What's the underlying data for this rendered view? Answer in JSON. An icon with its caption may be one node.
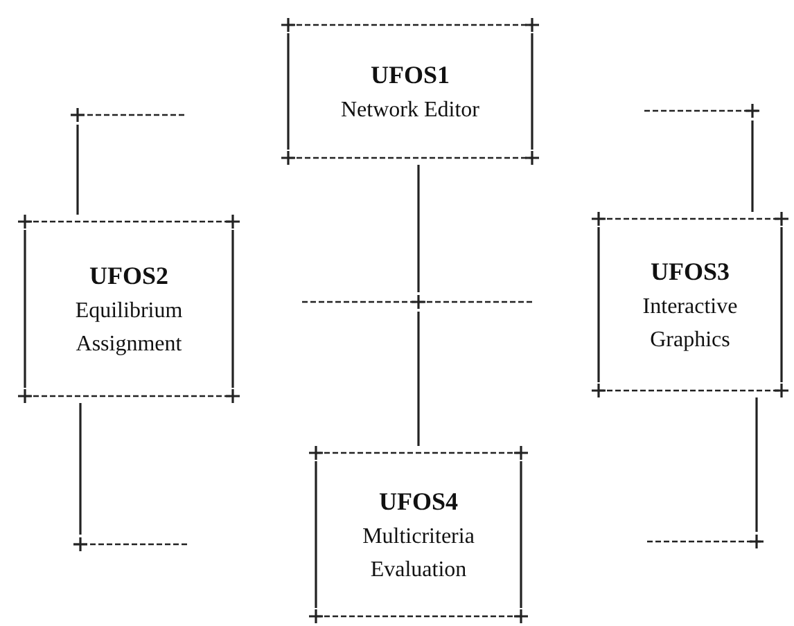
{
  "diagram": {
    "nodes": [
      {
        "text": [
          "UFOS1",
          "Network Editor"
        ]
      },
      {
        "text": [],
        "shape": "bar"
      },
      {
        "text": [],
        "shape": "bar"
      },
      {
        "text": [
          "UFOS2",
          "Equilibrium Assignment"
        ]
      },
      {
        "text": [
          "UFOS3",
          "Interactive Graphics"
        ]
      },
      {
        "text": [],
        "shape": "bar"
      },
      {
        "text": [
          "UFOS4",
          "Multicriteria Evaluation"
        ]
      },
      {
        "text": [],
        "shape": "bar"
      },
      {
        "text": [],
        "shape": "bar"
      }
    ],
    "edges": [
      {
        "from": 0,
        "to": 5,
        "arrow": "none"
      },
      {
        "from": 5,
        "to": 6,
        "arrow": "none"
      },
      {
        "from": 3,
        "to": 1,
        "arrow": "none"
      },
      {
        "from": 3,
        "to": 7,
        "arrow": "none"
      },
      {
        "from": 4,
        "to": 2,
        "arrow": "none"
      },
      {
        "from": 4,
        "to": 8,
        "arrow": "none"
      }
    ]
  }
}
